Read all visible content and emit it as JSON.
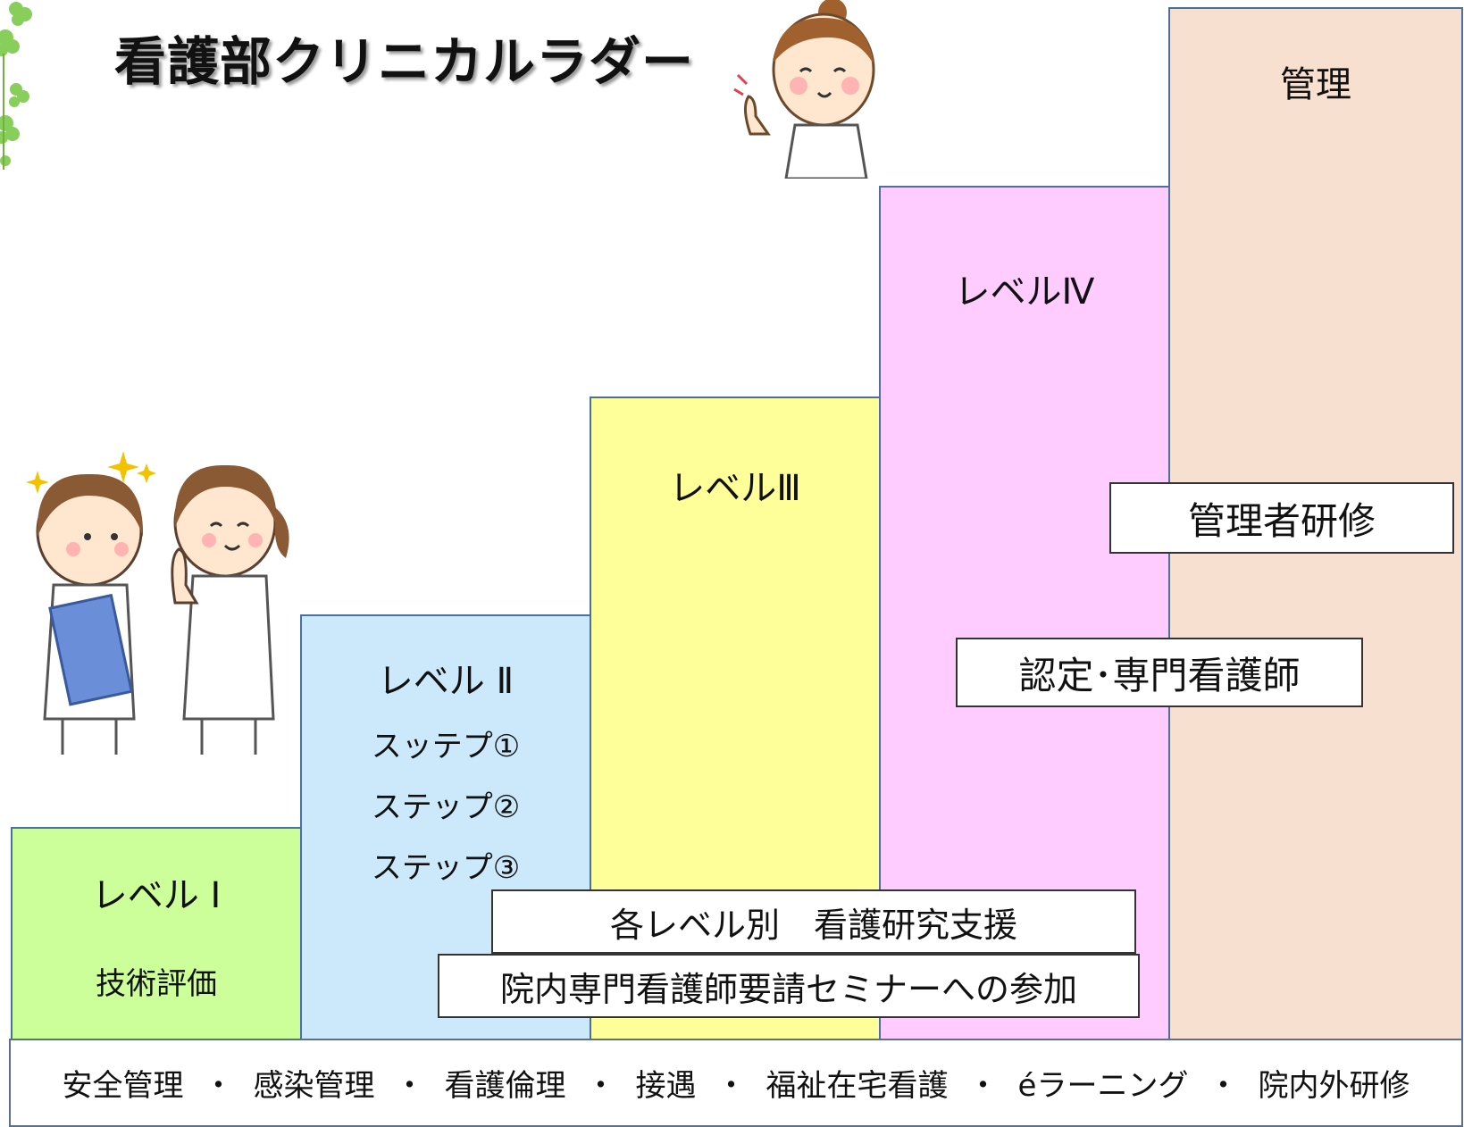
{
  "title": "看護部クリニカルラダー",
  "columns": {
    "level1": {
      "label": "レベル Ⅰ",
      "sub": "技術評価",
      "color": "#ccff99"
    },
    "level2": {
      "label": "レベル Ⅱ",
      "steps": [
        "スッテプ①",
        "ステップ②",
        "ステップ③"
      ],
      "color": "#cce9fb"
    },
    "level3": {
      "label": "レベルⅢ",
      "color": "#ffff99"
    },
    "level4": {
      "label": "レベルⅣ",
      "color": "#ffccff"
    },
    "management": {
      "label": "管理",
      "color": "#f8e0d0"
    }
  },
  "boxes": {
    "manager_training": "管理者研修",
    "certified_nurse": "認定･専門看護師",
    "research_support": "各レベル別　看護研究支援",
    "seminar": "院内専門看護師要請セミナーへの参加"
  },
  "bottom_items": [
    "安全管理",
    "感染管理",
    "看護倫理",
    "接遇",
    "福祉在宅看護",
    "éラーニング",
    "院内外研修"
  ],
  "bottom_separator": "・"
}
